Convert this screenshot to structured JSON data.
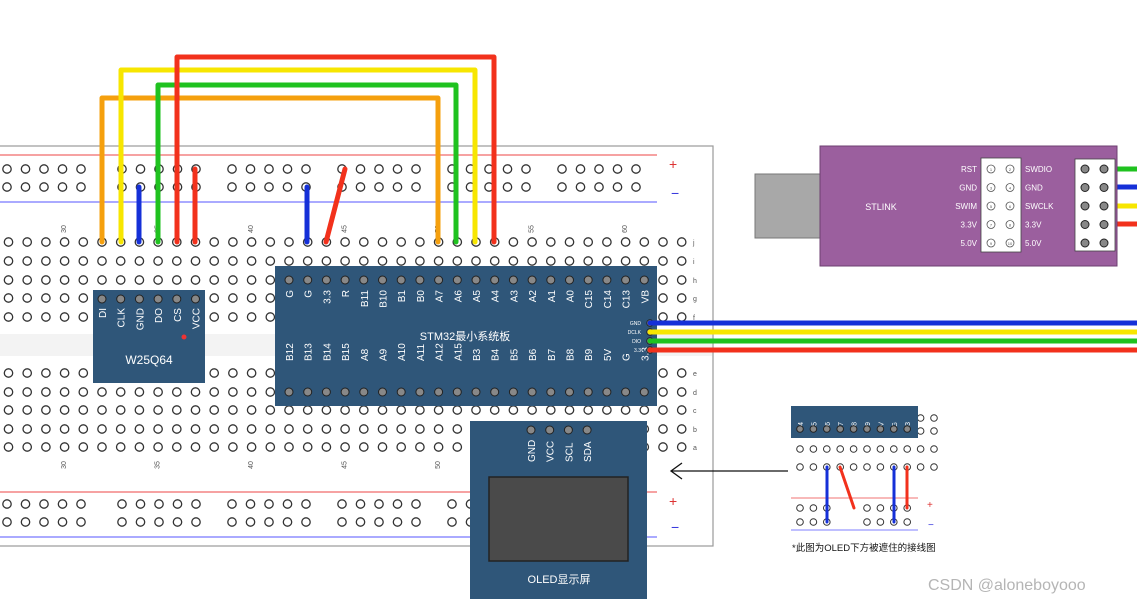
{
  "breadboard": {
    "rail_plus": "+",
    "rail_minus": "−",
    "column_numbers": [
      "30",
      "35",
      "40",
      "45",
      "50",
      "55",
      "60"
    ],
    "row_letters_top": [
      "j",
      "i",
      "h",
      "g",
      "f"
    ],
    "row_letters_bottom": [
      "e",
      "d",
      "c",
      "b",
      "a"
    ]
  },
  "flash_module": {
    "name": "W25Q64",
    "pins": [
      "DI",
      "CLK",
      "GND",
      "DO",
      "CS",
      "VCC"
    ]
  },
  "mcu_board": {
    "name": "STM32最小系统板",
    "top_pins": [
      "G",
      "G",
      "3.3",
      "R",
      "B11",
      "B10",
      "B1",
      "B0",
      "A7",
      "A6",
      "A5",
      "A4",
      "A3",
      "A2",
      "A1",
      "A0",
      "C15",
      "C14",
      "C13",
      "VB"
    ],
    "bottom_pins": [
      "B12",
      "B13",
      "B14",
      "B15",
      "A8",
      "A9",
      "A10",
      "A11",
      "A12",
      "A15",
      "B3",
      "B4",
      "B5",
      "B6",
      "B7",
      "B8",
      "B9",
      "5V",
      "G",
      "3.3"
    ],
    "debug_pins": [
      "GND",
      "DCLK",
      "DIO",
      "3.3"
    ]
  },
  "oled": {
    "name": "OLED显示屏",
    "pins": [
      "GND",
      "VCC",
      "SCL",
      "SDA"
    ]
  },
  "stlink": {
    "name": "STLINK",
    "left_labels": [
      "RST",
      "GND",
      "SWIM",
      "3.3V",
      "5.0V"
    ],
    "right_labels": [
      "SWDIO",
      "GND",
      "SWCLK",
      "3.3V",
      "5.0V"
    ],
    "pin_numbers": [
      "1",
      "2",
      "3",
      "4",
      "5",
      "6",
      "7",
      "8",
      "9",
      "10"
    ]
  },
  "inset": {
    "pins": [
      "B4",
      "B5",
      "B6",
      "B7",
      "B8",
      "B9",
      "5V",
      "G",
      "3.3"
    ],
    "caption": "*此图为OLED下方被遮住的接线图"
  },
  "watermark": "CSDN @aloneboyooo",
  "colors": {
    "wire_red": "#f2311c",
    "wire_yellow": "#f7e600",
    "wire_green": "#1fc21f",
    "wire_orange": "#f5a00e",
    "wire_blue": "#1530d8",
    "module_blue": "#2f5679",
    "stlink_purple": "#9b5f9e"
  }
}
